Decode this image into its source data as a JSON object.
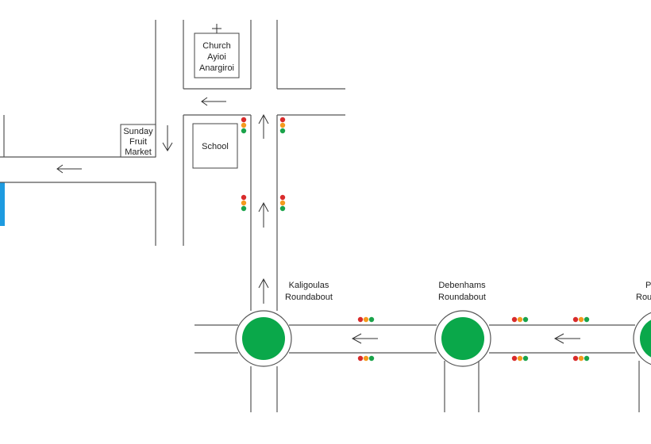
{
  "colors": {
    "roundabout": "#0aa84a",
    "building_blue": "#1e9be0",
    "light_red": "#d92b2b",
    "light_orange": "#f59a1e",
    "light_green": "#1aa34a"
  },
  "places": {
    "church": [
      "Church",
      "Ayioi",
      "Anargiroi"
    ],
    "school": "School",
    "market": [
      "Sunday",
      "Fruit",
      "Market"
    ]
  },
  "roundabouts": {
    "kaligoulas": [
      "Kaligoulas",
      "Roundabout"
    ],
    "debenhams": [
      "Debenhams",
      "Roundabout"
    ],
    "third_partial": [
      "P",
      "Roun"
    ]
  },
  "icons": [
    "cross-icon",
    "arrow-left-icon",
    "arrow-up-icon",
    "arrow-down-icon",
    "traffic-light-icon"
  ]
}
